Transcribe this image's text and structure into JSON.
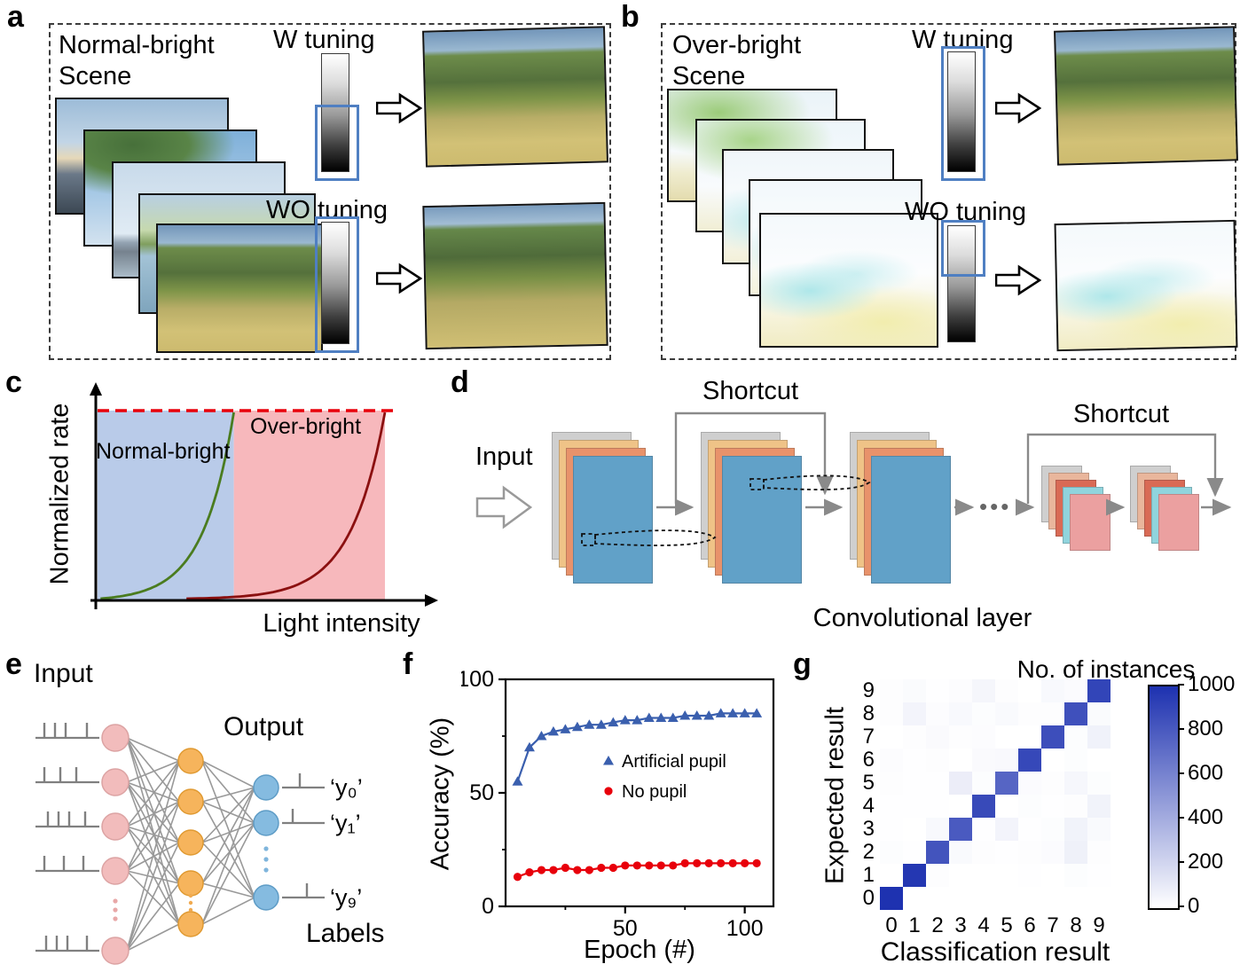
{
  "figure": {
    "tuning_box_color": "#4f7fc2",
    "panels": {
      "a": {
        "letter": "a",
        "scene_line1": "Normal-bright",
        "scene_line2": "Scene",
        "w_tuning": "W tuning",
        "wo_tuning": "WO tuning"
      },
      "b": {
        "letter": "b",
        "scene_line1": "Over-bright",
        "scene_line2": "Scene",
        "w_tuning": "W tuning",
        "wo_tuning": "WO tuning"
      },
      "c": {
        "letter": "c"
      },
      "d": {
        "letter": "d",
        "input": "Input",
        "shortcut_left": "Shortcut",
        "shortcut_right": "Shortcut",
        "ellipsis": "•••",
        "caption": "Convolutional layer"
      },
      "e": {
        "letter": "e",
        "input": "Input",
        "output": "Output",
        "y0": "‘y₀’",
        "y1": "‘y₁’",
        "y9": "‘y₉’",
        "labels": "Labels"
      },
      "f": {
        "letter": "f"
      },
      "g": {
        "letter": "g"
      }
    }
  },
  "chart_data": [
    {
      "id": "panel-c-photoresponse",
      "type": "line",
      "xlabel": "Light intensity",
      "ylabel": "Normalized rate",
      "regions": [
        {
          "label": "Normal-bright",
          "fill": "#b9cbe9",
          "x_frac": [
            0.0,
            0.46
          ]
        },
        {
          "label": "Over-bright",
          "fill": "#f7b8bc",
          "x_frac": [
            0.46,
            0.97
          ]
        }
      ],
      "saturation_line": {
        "color": "#e8000b",
        "style": "dashed"
      },
      "series": [
        {
          "name": "Normal-bright response",
          "color": "#4a7c1f",
          "curve": "exponential-rise",
          "x_frac": [
            0.01,
            0.46
          ],
          "exponent": 4.3
        },
        {
          "name": "Over-bright response",
          "color": "#8b1010",
          "curve": "exponential-rise",
          "x_frac": [
            0.3,
            0.97
          ],
          "exponent": 5.8
        }
      ]
    },
    {
      "id": "panel-f-accuracy",
      "type": "line",
      "xlabel": "Epoch (#)",
      "ylabel": "Accuracy (%)",
      "xlim": [
        0,
        112
      ],
      "ylim": [
        0,
        100
      ],
      "yticks": [
        0,
        50,
        100
      ],
      "yticks_minor": [
        25,
        75
      ],
      "xticks": [
        50,
        100
      ],
      "xticks_minor": [
        25,
        75
      ],
      "legend_position": "center-left",
      "x": [
        5,
        10,
        15,
        20,
        25,
        30,
        35,
        40,
        45,
        50,
        55,
        60,
        65,
        70,
        75,
        80,
        85,
        90,
        95,
        100,
        105
      ],
      "series": [
        {
          "name": "Artificial pupil",
          "color": "#3a5fae",
          "marker": "triangle",
          "y": [
            55,
            70,
            75,
            77,
            78,
            79,
            80,
            80,
            81,
            82,
            82,
            83,
            83,
            83,
            84,
            84,
            84,
            85,
            85,
            85,
            85
          ]
        },
        {
          "name": "No pupil",
          "color": "#e8000b",
          "marker": "circle",
          "y": [
            13,
            15,
            16,
            16,
            17,
            16,
            16,
            17,
            17,
            18,
            18,
            18,
            18,
            18,
            19,
            19,
            19,
            19,
            19,
            19,
            19
          ]
        }
      ]
    },
    {
      "id": "panel-g-confusion",
      "type": "heatmap",
      "title": "No. of instances",
      "xlabel": "Classification result",
      "ylabel": "Expected result",
      "x_categories": [
        "0",
        "1",
        "2",
        "3",
        "4",
        "5",
        "6",
        "7",
        "8",
        "9"
      ],
      "y_categories": [
        "0",
        "1",
        "2",
        "3",
        "4",
        "5",
        "6",
        "7",
        "8",
        "9"
      ],
      "colorbar": {
        "min": 0,
        "max": 1000,
        "ticks": [
          0,
          200,
          400,
          600,
          800,
          1000
        ],
        "color_low": "#ffffff",
        "color_high": "#1d31b0"
      },
      "matrix_orientation": "rows = expected digit 0-9, cols = classification result 0-9",
      "matrix": [
        [
          995,
          0,
          1,
          0,
          0,
          1,
          2,
          0,
          1,
          0
        ],
        [
          0,
          970,
          8,
          2,
          1,
          1,
          3,
          2,
          12,
          3
        ],
        [
          12,
          6,
          830,
          25,
          10,
          3,
          8,
          18,
          70,
          10
        ],
        [
          4,
          2,
          30,
          800,
          4,
          55,
          5,
          12,
          60,
          25
        ],
        [
          3,
          4,
          6,
          1,
          880,
          2,
          12,
          4,
          10,
          60
        ],
        [
          10,
          3,
          4,
          85,
          12,
          750,
          18,
          8,
          40,
          12
        ],
        [
          14,
          5,
          8,
          2,
          22,
          28,
          890,
          1,
          12,
          0
        ],
        [
          2,
          10,
          22,
          8,
          15,
          1,
          0,
          860,
          12,
          65
        ],
        [
          10,
          55,
          14,
          30,
          12,
          25,
          10,
          8,
          850,
          20
        ],
        [
          8,
          20,
          4,
          14,
          45,
          10,
          2,
          30,
          18,
          905
        ]
      ]
    }
  ]
}
